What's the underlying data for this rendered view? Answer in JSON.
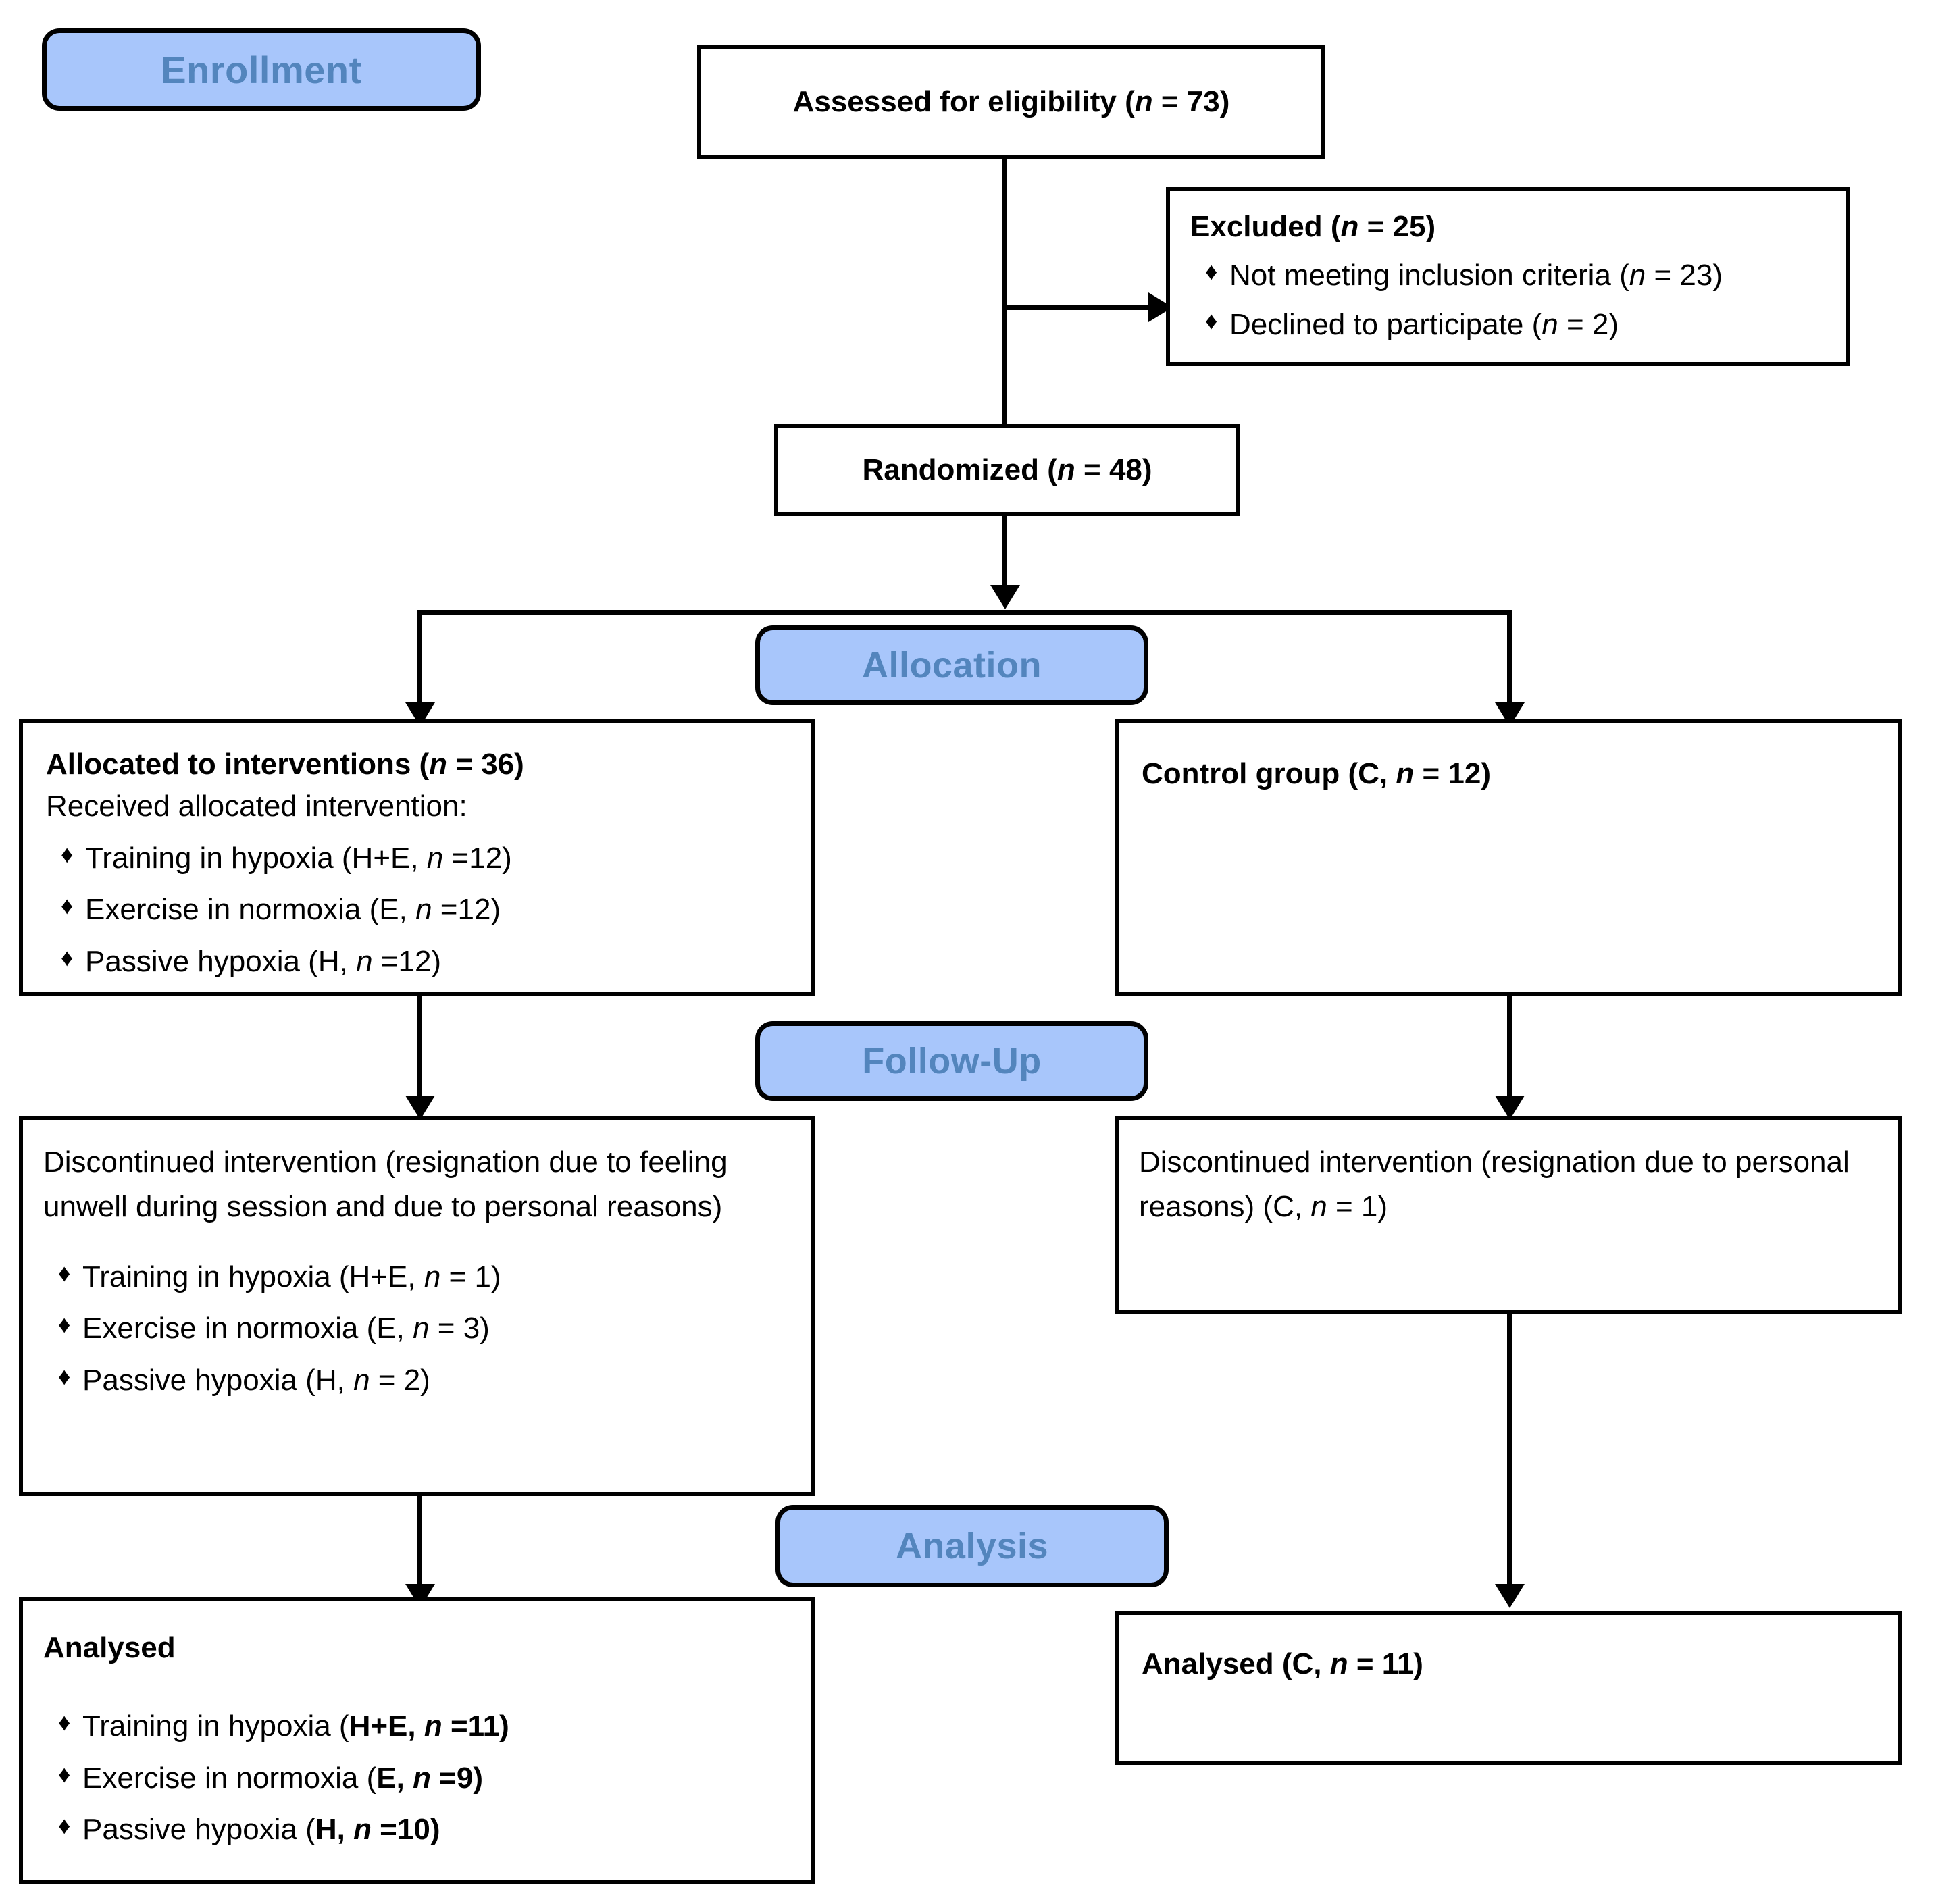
{
  "diagram": {
    "title": "CONSORT participant flow diagram",
    "accent_blue": "#a8c6fb",
    "accent_text": "#5385bd",
    "line_color": "#000000",
    "bullet_glyph": "♦"
  },
  "stages": {
    "enrollment": "Enrollment",
    "allocation": "Allocation",
    "followup": "Follow-Up",
    "analysis": "Analysis"
  },
  "enrollment": {
    "assessed": "Assessed for eligibility (",
    "assessed_n": "n",
    "assessed_tail": " = 73)",
    "excluded_head": "Excluded  (",
    "excluded_n": "n",
    "excluded_tail": " = 25)",
    "excluded_items": [
      {
        "pre": "Not meeting inclusion criteria (",
        "n": "n",
        "post": " = 23)"
      },
      {
        "pre": "Declined to participate (",
        "n": "n",
        "post": " = 2)"
      }
    ],
    "randomized": "Randomized (",
    "randomized_n": "n",
    "randomized_tail": " = 48)"
  },
  "allocation": {
    "left_head_pre": "Allocated to interventions (",
    "left_head_n": "n",
    "left_head_post": " = 36)",
    "left_sub": "Received allocated intervention:",
    "left_items": [
      {
        "pre": "Training in hypoxia (H+E, ",
        "n": "n",
        "post": " =12)"
      },
      {
        "pre": "Exercise in normoxia (E, ",
        "n": "n",
        "post": " =12)"
      },
      {
        "pre": "Passive hypoxia (H, ",
        "n": "n",
        "post": " =12)"
      }
    ],
    "right_head_pre": "Control group (C, ",
    "right_head_n": "n",
    "right_head_post": " = 12)"
  },
  "followup": {
    "left_text": "Discontinued intervention (resignation due to feeling unwell during session and due to personal reasons)",
    "left_items": [
      {
        "pre": "Training in hypoxia (H+E, ",
        "n": "n",
        "post": " = 1)"
      },
      {
        "pre": "Exercise in normoxia (E, ",
        "n": "n",
        "post": " = 3)"
      },
      {
        "pre": "Passive hypoxia (H, ",
        "n": "n",
        "post": " = 2)"
      }
    ],
    "right_text_pre": "Discontinued intervention (resignation due to personal reasons) (C, ",
    "right_text_n": "n",
    "right_text_post": " = 1)"
  },
  "analysis": {
    "left_head": "Analysed",
    "left_items": [
      {
        "pre": "Training in hypoxia (",
        "bold": "H+E, ",
        "n": "n",
        "post": " =11)"
      },
      {
        "pre": "Exercise in normoxia (",
        "bold": "E, ",
        "n": "n",
        "post": " =9)"
      },
      {
        "pre": "Passive hypoxia (",
        "bold": "H, ",
        "n": "n",
        "post": " =10)"
      }
    ],
    "right_head_pre": "Analysed  (C, ",
    "right_head_n": "n",
    "right_head_post": " = 11)"
  }
}
